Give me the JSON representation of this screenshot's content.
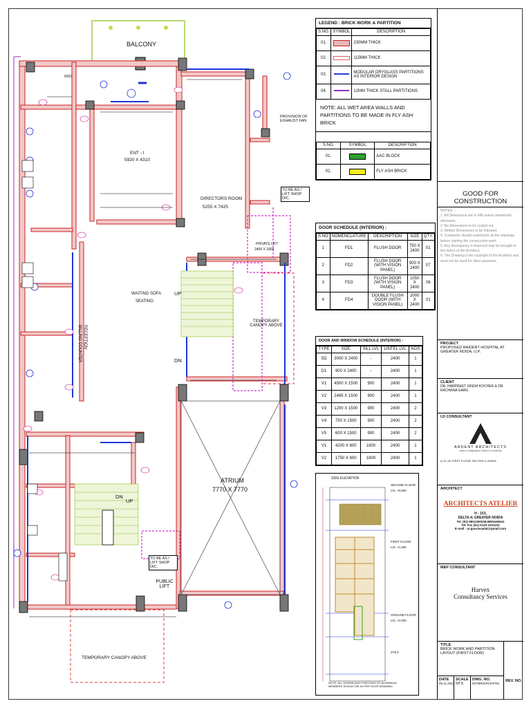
{
  "plan": {
    "balcony": "BALCONY",
    "ent": "ENT - I",
    "ent_dim": "5920 X 4310",
    "directors_room": "DIRECTORS ROOM",
    "directors_room_dim": "5255 X 7425",
    "waiting": "WAITING SOFA",
    "seating": "SEATING",
    "reception": "RECEPTION",
    "billing": "BILLING COUNTER",
    "atrium": "ATRIUM",
    "atrium_dim": "7770 X 7770",
    "canopy1": "TEMPORARY CANOPY ABOVE",
    "canopy2": "TEMPORARY CANOPY ABOVE",
    "provision": "PROVISION OF EXHAUST FAN",
    "lift_shop": "TO BE AS / LIFT SHOP DIC.",
    "lift_shop2": "TO BE AS / LIFT SHOP DIC.",
    "private_lift": "PRIVATE LIFT",
    "private_lift_dim": "2400 X 1800",
    "public_lift": "PUBLIC LIFT",
    "up1": "UP",
    "dn1": "DN",
    "up2": "UP",
    "dn2": "DN",
    "dim_top": "6920"
  },
  "legend": {
    "title": "LEGEND : BRICK WORK & PARTITION",
    "headers": [
      "S.NO.",
      "SYMBOL",
      "DESCRIPTION"
    ],
    "rows": [
      {
        "no": "01.",
        "color": "#e6b7b7",
        "desc": "230MM THICK"
      },
      {
        "no": "02.",
        "color": "#e06060",
        "desc": "115MM THICK"
      },
      {
        "no": "03.",
        "color": "#2a3dd0",
        "desc": "MODULAR DRYGLASS PARTITIONS AS INTERIOR DESIGN"
      },
      {
        "no": "04.",
        "color": "#8e2bbf",
        "desc": "12MM THICK STALL PARTITIONS"
      }
    ],
    "note": "NOTE: ALL WET AREA WALLS AND PARTITIONS TO BE MADE IN FLY ASH BRICK",
    "headers2": [
      "S.NO.",
      "SYMBOL",
      "DESCRIPTION"
    ],
    "rows2": [
      {
        "no": "01.",
        "color": "#2ea02e",
        "desc": "AAC BLOCK"
      },
      {
        "no": "02.",
        "color": "#f2ee20",
        "desc": "FLY ASH BRICK"
      }
    ]
  },
  "door_schedule": {
    "title": "DOOR SCHEDULE (INTERIOR) :",
    "headers": [
      "S.NO",
      "NOMENCLATURE",
      "DESCRIPTION",
      "SIZE",
      "QTY."
    ],
    "rows": [
      [
        "1",
        "FD1",
        "FLUSH DOOR",
        "750 X 2400",
        "01"
      ],
      [
        "2",
        "FD2",
        "FLUSH DOOR (WITH VISION PANEL)",
        "900 X 2400",
        "07"
      ],
      [
        "3",
        "FD3",
        "FLUSH DOOR (WITH VISION PANEL)",
        "1050 X 2400",
        "06"
      ],
      [
        "4",
        "FD4",
        "DOUBLE FLUSH DOOR (WITH VISION PANEL)",
        "2000 X 2400",
        "01"
      ]
    ]
  },
  "window_schedule": {
    "title": "DOOR AND WINDOW SCHEDULE (INTERIOR) :",
    "headers": [
      "TYPE",
      "SIZE",
      "SILL LVL",
      "LINTEL LVL",
      "NOS"
    ],
    "rows": [
      [
        "SD",
        "3000 X 2400",
        "-",
        "2400",
        "1"
      ],
      [
        "D1",
        "900 X 2400",
        "-",
        "2400",
        "1"
      ],
      [
        "V1",
        "4500 X 1500",
        "900",
        "2400",
        "1"
      ],
      [
        "V2",
        "2495 X 1500",
        "900",
        "2400",
        "1"
      ],
      [
        "V3",
        "1200 X 1500",
        "900",
        "2400",
        "2"
      ],
      [
        "V4",
        "750 X 1500",
        "900",
        "2400",
        "2"
      ],
      [
        "V5",
        "600 X 1500",
        "900",
        "2400",
        "2"
      ],
      [
        "V1",
        "4200 X 600",
        "1800",
        "2400",
        "1"
      ],
      [
        "V2",
        "1750 X 600",
        "1800",
        "2400",
        "1"
      ]
    ]
  },
  "elevation": {
    "title": "SIDE ELEVATION",
    "second_floor": "SECOND FLOOR",
    "second_lvl": "LVL +8.550",
    "first_floor": "FIRST FLOOR",
    "first_lvl": "LVL +4.250",
    "ground_floor": "GROUND FLOOR",
    "ground_lvl": "LVL +0.000",
    "stilt": "STILT",
    "note": "NOTE: ALL SHOWN AND POSITIONS OF ALUMINIUM MEMBERS SHOULD BE AS PER SHOP DRAWING"
  },
  "title_block": {
    "stamp": "GOOD FOR CONSTRUCTION",
    "notes_label": "NOTES :-",
    "notes": [
      "1. All Dimensions are in MM unless mentioned otherwise.",
      "2. No Dimensions to be scaled out.",
      "3. Written Dimensions to be followed.",
      "4. Contractor should read/check all the drawings before starting the construction work.",
      "5. Any discrepancy if observed may be brought to the notice of the Architect.",
      "6. The Drawing is the copyright of the Architect and must not be used for other purposes."
    ],
    "project_label": "PROJECT",
    "project": "PROPOSED RAIDENT HOSPITAL AT GREATER NOIDA, U.P.",
    "client_label": "CLIENT",
    "client": "DR. HARPREET SINGH KOCHER & DR. RACHANA GARG",
    "id_label": "I.D CONSULTANT",
    "id_firm": "ARDENT ARCHITECTS",
    "id_tag": "where imagination leads to creativity",
    "id_contact": "A-1C-29, FIRST FLOOR, SECTOR-4, NOIDA",
    "architect_label": "ARCHITECT",
    "architect": "ARCHITECTS ATELIER",
    "arch_addr1": "H - 153,",
    "arch_addr2": "DELTA-II, GREATER NOIDA",
    "arch_tel": "Tel. (91) 9811390038,9891645641",
    "arch_fax": "Tel. Fax (91) 0120-2321101",
    "arch_email": "E-mail : ar.gauravaalal@gmail.com",
    "mep_label": "MEP CONSULTANT",
    "mep1": "Harvex",
    "mep2": "Consultancy Services",
    "title_label": "TITLE",
    "title": "BRICK WORK AND PARTITION LAYOUT (FIRST FLOOR)",
    "date_label": "DATE",
    "date": "05.11.2022",
    "scale_label": "SCALE",
    "scale": "NTS",
    "dwg_label": "DWG. NO.",
    "dwg": "INT/BR/GRC/FF/02",
    "rev_label": "REV. NO."
  }
}
